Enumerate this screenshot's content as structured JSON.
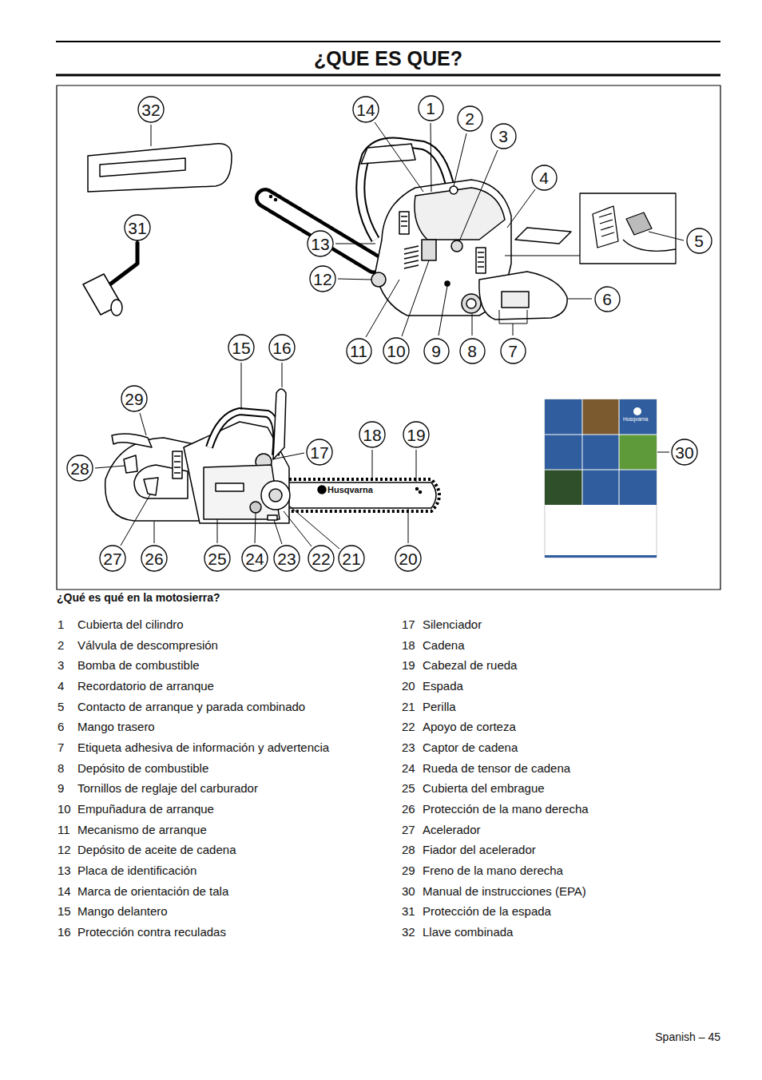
{
  "diagram": {
    "title": "¿QUE ES QUE?",
    "caption": "¿Qué es qué en la motosierra?",
    "nodes": [
      {
        "text": [
          "32"
        ]
      },
      {
        "text": [
          "14"
        ]
      },
      {
        "text": [
          "1"
        ]
      },
      {
        "text": [
          "2"
        ]
      },
      {
        "text": [
          "3"
        ]
      },
      {
        "text": [
          "4"
        ]
      },
      {
        "text": [
          "31"
        ]
      },
      {
        "text": [
          "13"
        ]
      },
      {
        "text": [
          "5"
        ]
      },
      {
        "text": [
          "12"
        ]
      },
      {
        "text": [
          "6"
        ]
      },
      {
        "text": [
          "15"
        ]
      },
      {
        "text": [
          "16"
        ]
      },
      {
        "text": [
          "11"
        ]
      },
      {
        "text": [
          "10"
        ]
      },
      {
        "text": [
          "9"
        ]
      },
      {
        "text": [
          "8"
        ]
      },
      {
        "text": [
          "7"
        ]
      },
      {
        "text": [
          "29"
        ]
      },
      {
        "text": [
          "18"
        ]
      },
      {
        "text": [
          "19"
        ]
      },
      {
        "text": [
          "30"
        ]
      },
      {
        "text": [
          "17"
        ]
      },
      {
        "text": [
          "28"
        ]
      },
      {
        "text": [
          "27"
        ]
      },
      {
        "text": [
          "26"
        ]
      },
      {
        "text": [
          "25"
        ]
      },
      {
        "text": [
          "24"
        ]
      },
      {
        "text": [
          "23"
        ]
      },
      {
        "text": [
          "22"
        ]
      },
      {
        "text": [
          "21"
        ]
      },
      {
        "text": [
          "20"
        ]
      }
    ],
    "labels": [
      "1",
      "Cubierta del cilindro",
      "2",
      "Válvula de descompresión",
      "3",
      "Bomba de combustible",
      "4",
      "Recordatorio de arranque",
      "5",
      "Contacto de arranque y parada combinado",
      "6",
      "Mango trasero",
      "7",
      "Etiqueta adhesiva de información y advertencia",
      "8",
      "Depósito de combustible",
      "9",
      "Tornillos de reglaje del carburador",
      "10",
      "Empuñadura de arranque",
      "11",
      "Mecanismo de arranque",
      "12",
      "Depósito de aceite de cadena",
      "13",
      "Placa de identificación",
      "14",
      "Marca de orientación de tala",
      "15",
      "Mango delantero",
      "16",
      "Protección contra reculadas",
      "17",
      "Silenciador",
      "18",
      "Cadena",
      "19",
      "Cabezal de rueda",
      "20",
      "Espada",
      "21",
      "Perilla",
      "22",
      "Apoyo de corteza",
      "23",
      "Captor de cadena",
      "24",
      "Rueda de tensor de cadena",
      "25",
      "Cubierta del embrague",
      "26",
      "Protección de la mano derecha",
      "27",
      "Acelerador",
      "28",
      "Fiador del acelerador",
      "29",
      "Freno de la mano derecha",
      "30",
      "Manual de instrucciones (EPA)",
      "31",
      "Protección de la espada",
      "32",
      "Llave combinada",
      "Husqvarna",
      "Husqvarna",
      "Spanish – 45"
    ]
  }
}
